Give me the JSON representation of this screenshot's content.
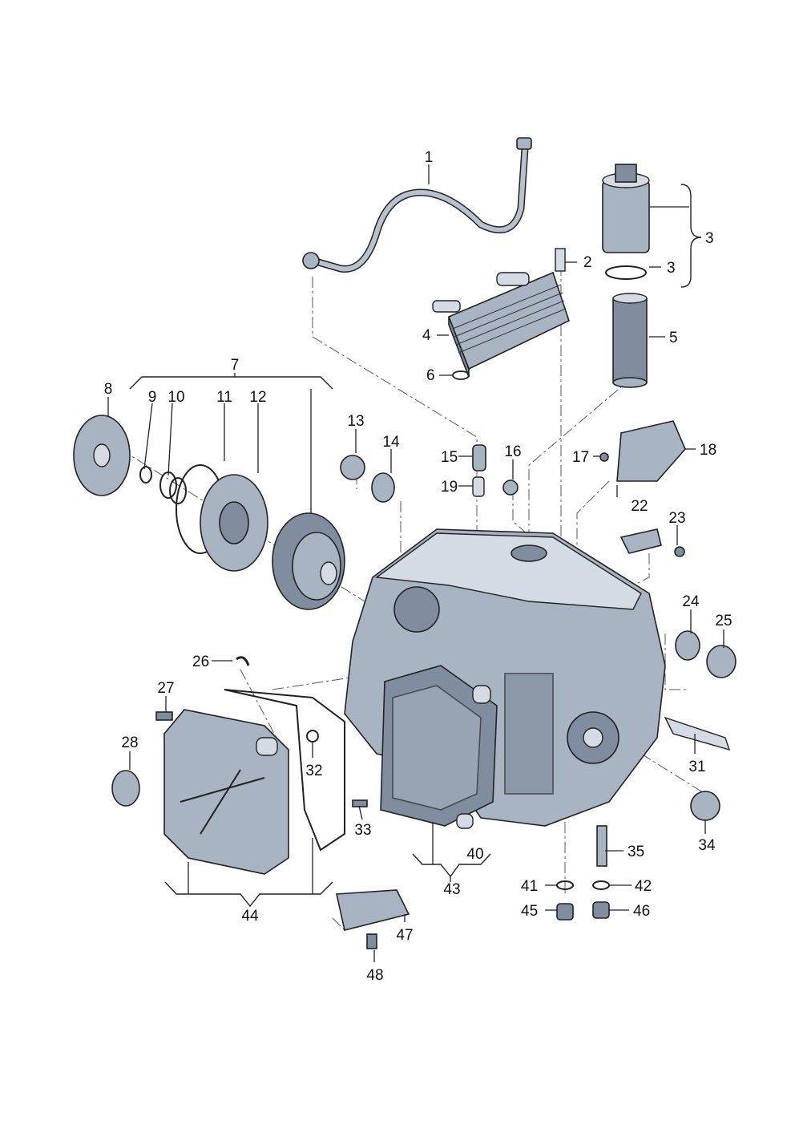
{
  "diagram": {
    "labels": [
      "1",
      "2",
      "3",
      "3",
      "4",
      "5",
      "6",
      "7",
      "8",
      "9",
      "10",
      "11",
      "12",
      "13",
      "14",
      "15",
      "16",
      "17",
      "18",
      "19",
      "22",
      "23",
      "24",
      "25",
      "26",
      "27",
      "28",
      "31",
      "32",
      "33",
      "34",
      "35",
      "40",
      "41",
      "42",
      "43",
      "44",
      "45",
      "46",
      "47",
      "48"
    ]
  }
}
